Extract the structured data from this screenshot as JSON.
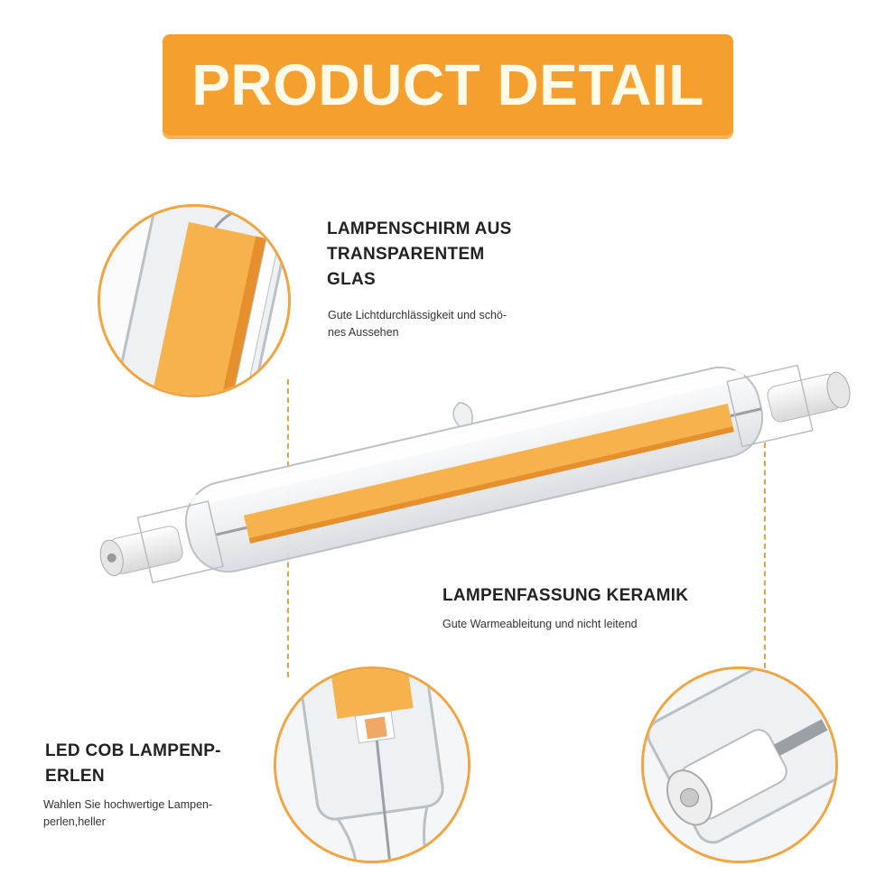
{
  "banner": {
    "title": "PRODUCT DETAIL"
  },
  "features": {
    "glass": {
      "title_lines": [
        "LAMPENSCHIRM AUS",
        "TRANSPARENTEM",
        "GLAS"
      ],
      "desc_lines": [
        "Gute Lichtdurchlässigkeit und schö-",
        "nes Aussehen"
      ]
    },
    "ceramic": {
      "title_lines": [
        "LAMPENFASSUNG KERAMIK"
      ],
      "desc_lines": [
        "Gute Warmeableitung und nicht leitend"
      ]
    },
    "cob": {
      "title_lines": [
        "LED COB LAMPENP-",
        "ERLEN"
      ],
      "desc_lines": [
        "Wahlen Sie hochwertige Lampen-",
        "perlen,heller"
      ]
    }
  },
  "colors": {
    "accent": "#f5a02e",
    "circle_border": "#f0a542",
    "cob_strip": "#f6b24d"
  },
  "icons": [
    "glass-closeup-icon",
    "cob-closeup-icon",
    "ceramic-cap-closeup-icon",
    "r7s-lamp-illustration"
  ]
}
